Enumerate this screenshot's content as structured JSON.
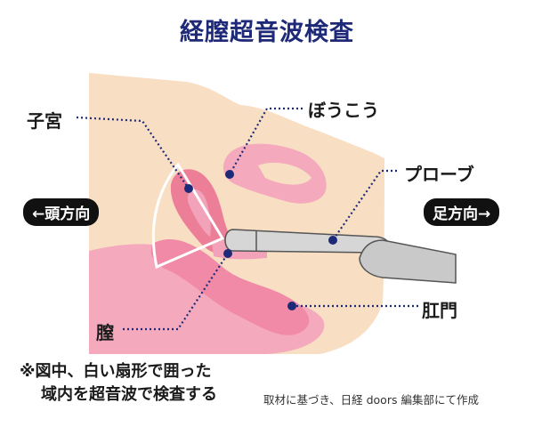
{
  "title": "経膣超音波検査",
  "labels": {
    "uterus": "子宮",
    "bladder": "ぼうこう",
    "probe": "プローブ",
    "vagina": "膣",
    "anus": "肛門"
  },
  "directions": {
    "head": "←頭方向",
    "foot": "足方向→"
  },
  "note": {
    "line1": "※図中、白い扇形で囲った",
    "line2": "域内を超音波で検査する"
  },
  "credit": "取材に基づき、日経 doors 編集部にて作成",
  "colors": {
    "title": "#1e2a78",
    "skin": "#f8dfc4",
    "organ_pink": "#f3a3b9",
    "uterus_pink": "#ec7e98",
    "probe_gray": "#c9c9c9",
    "leader_line": "#1e2a78"
  }
}
